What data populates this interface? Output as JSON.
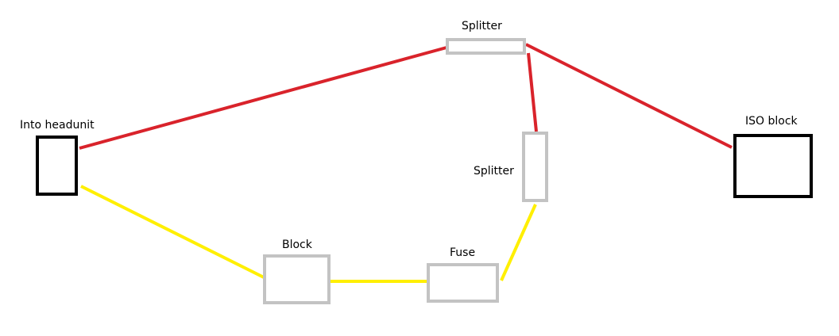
{
  "diagram": {
    "colors": {
      "background": "#ffffff",
      "red_wire": "#d9232b",
      "yellow_wire": "#ffef00",
      "gray_block": "#c3c3c3",
      "black_block": "#000000",
      "text": "#000000"
    },
    "nodes": {
      "headunit": {
        "label": "Into headunit"
      },
      "splitter_top": {
        "label": "Splitter"
      },
      "splitter_right": {
        "label": "Splitter"
      },
      "iso_block": {
        "label": "ISO block"
      },
      "block": {
        "label": "Block"
      },
      "fuse": {
        "label": "Fuse"
      }
    },
    "wires": [
      {
        "id": "red-headunit-splitter",
        "color": "red",
        "from": "headunit",
        "to": "splitter_top"
      },
      {
        "id": "red-splitter-iso",
        "color": "red",
        "from": "splitter_top",
        "to": "iso_block"
      },
      {
        "id": "red-splitter-splitter",
        "color": "red",
        "from": "splitter_top",
        "to": "splitter_right"
      },
      {
        "id": "yellow-headunit-block",
        "color": "yellow",
        "from": "headunit",
        "to": "block"
      },
      {
        "id": "yellow-block-fuse",
        "color": "yellow",
        "from": "block",
        "to": "fuse"
      },
      {
        "id": "yellow-fuse-splitter",
        "color": "yellow",
        "from": "fuse",
        "to": "splitter_right"
      }
    ]
  }
}
